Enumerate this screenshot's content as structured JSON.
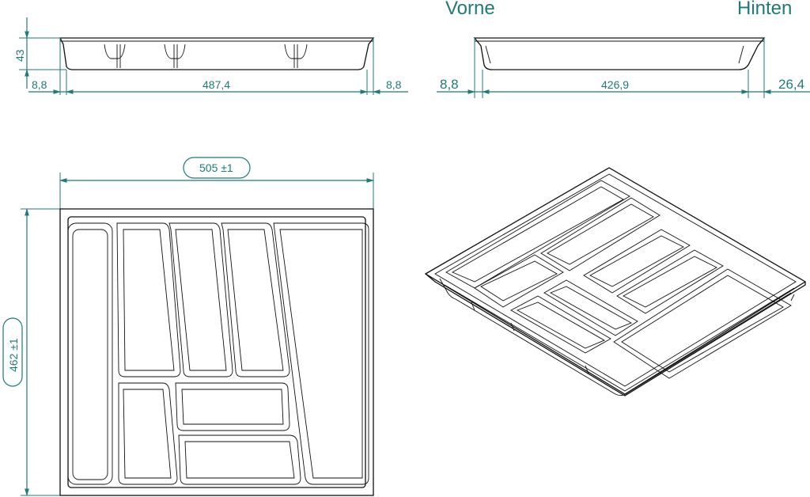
{
  "labels": {
    "front": "Vorne",
    "back": "Hinten"
  },
  "dimensions": {
    "side_height": "43",
    "side_left_margin": "8,8",
    "side_width": "487,4",
    "side_right_margin": "8,8",
    "front_left_margin": "8,8",
    "front_width": "426,9",
    "front_right_margin": "26,4",
    "top_width": "505 ±1",
    "top_depth": "462 ±1"
  },
  "colors": {
    "dimension": "#1f7a78",
    "outline": "#111111"
  }
}
